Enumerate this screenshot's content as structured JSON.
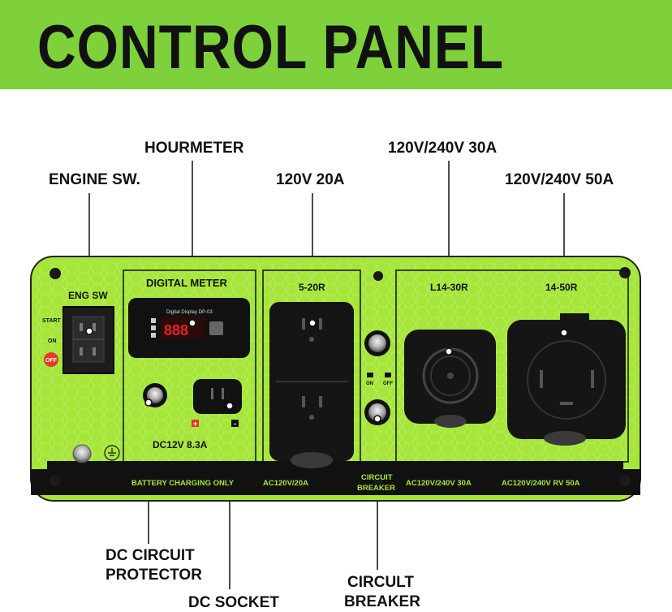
{
  "header": {
    "title": "CONTROL PANEL"
  },
  "callouts": {
    "hourmeter": "HOURMETER",
    "engine_sw": "ENGINE SW.",
    "outlet_120v_20a": "120V 20A",
    "outlet_120_240v_30a": "120V/240V 30A",
    "outlet_120_240v_50a": "120V/240V 50A",
    "dc_circuit_protector_line1": "DC CIRCUIT",
    "dc_circuit_protector_line2": "PROTECTOR",
    "dc_socket": "DC SOCKET",
    "circuit_breaker_line1": "CIRCULT",
    "circuit_breaker_line2": "BREAKER"
  },
  "panel": {
    "engine_switch_label": "ENG SW",
    "switch_start": "START",
    "switch_on": "ON",
    "switch_off": "OFF",
    "digital_meter_title": "DIGITAL METER",
    "meter_model": "Digital Display DP-03",
    "meter_reading": "888",
    "dc_rating": "DC12V 8.3A",
    "dc_plus": "+",
    "dc_minus": "-",
    "outlet_5_20r": "5-20R",
    "outlet_l14_30r": "L14-30R",
    "outlet_14_50r": "14-50R",
    "breaker_on": "ON",
    "breaker_off": "OFF",
    "bottom_battery": "BATTERY  CHARGING ONLY",
    "bottom_ac20": "AC120V/20A",
    "bottom_circuit_line1": "CIRCUIT",
    "bottom_circuit_line2": "BREAKER",
    "bottom_ac30": "AC120V/240V 30A",
    "bottom_ac50": "AC120V/240V RV 50A"
  },
  "colors": {
    "banner": "#7fd13b",
    "panel": "#a6e63a",
    "frame": "#111111",
    "meter_digits": "#e0262a"
  }
}
